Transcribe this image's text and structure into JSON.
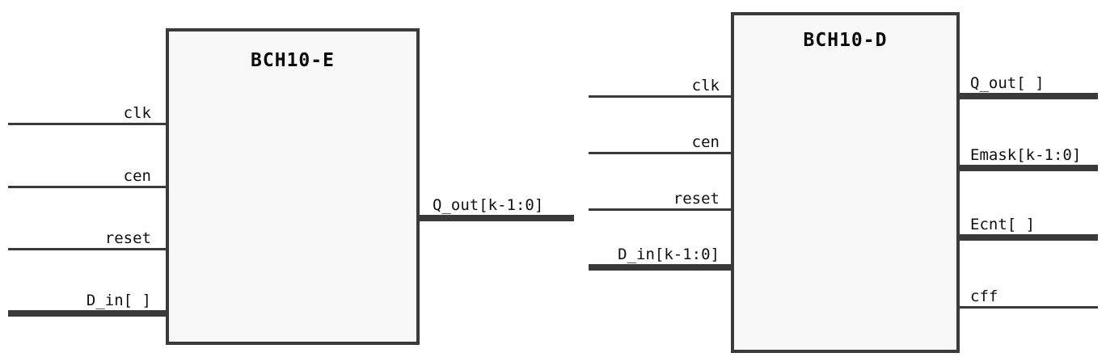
{
  "diagram": {
    "colors": {
      "wire": "#3a3a3a",
      "block_fill": "#f8f8f8",
      "text": "#111111",
      "background": "#ffffff"
    },
    "encoder": {
      "title": "BCH10-E",
      "inputs": [
        {
          "label": "clk",
          "bus": false
        },
        {
          "label": "cen",
          "bus": false
        },
        {
          "label": "reset",
          "bus": false
        },
        {
          "label": "D_in[ ]",
          "bus": true
        }
      ],
      "outputs": [
        {
          "label": "Q_out[k-1:0]",
          "bus": true
        }
      ]
    },
    "decoder": {
      "title": "BCH10-D",
      "inputs": [
        {
          "label": "clk",
          "bus": false
        },
        {
          "label": "cen",
          "bus": false
        },
        {
          "label": "reset",
          "bus": false
        },
        {
          "label": "D_in[k-1:0]",
          "bus": true
        }
      ],
      "outputs": [
        {
          "label": "Q_out[ ]",
          "bus": true
        },
        {
          "label": "Emask[k-1:0]",
          "bus": true
        },
        {
          "label": "Ecnt[ ]",
          "bus": true
        },
        {
          "label": "cff",
          "bus": false
        }
      ]
    }
  }
}
